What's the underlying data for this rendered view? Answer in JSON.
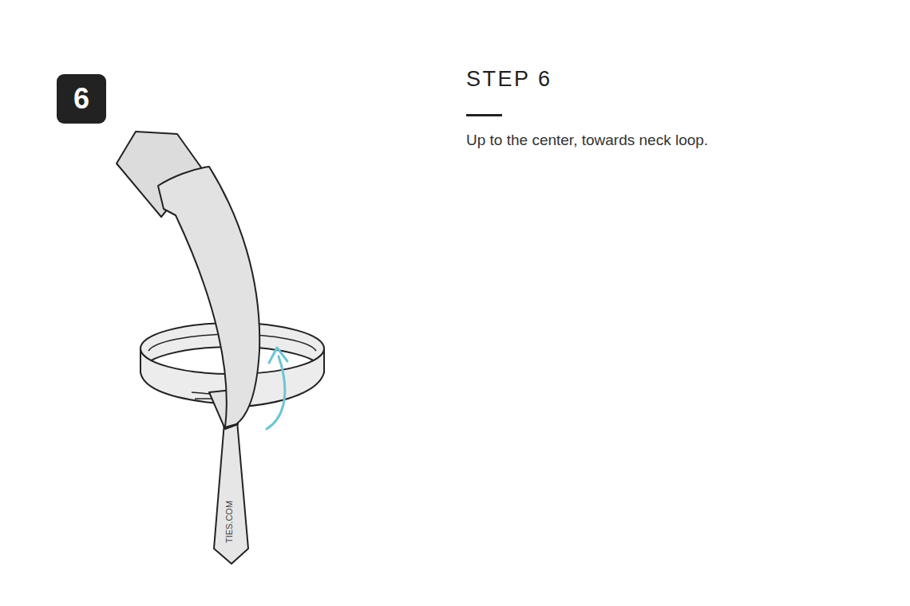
{
  "diagram": {
    "title": "STEP 6",
    "nodes": [
      {
        "text": [
          "6"
        ]
      }
    ],
    "labels": [
      "Up to the center, towards neck loop.",
      "TIES.COM"
    ]
  }
}
